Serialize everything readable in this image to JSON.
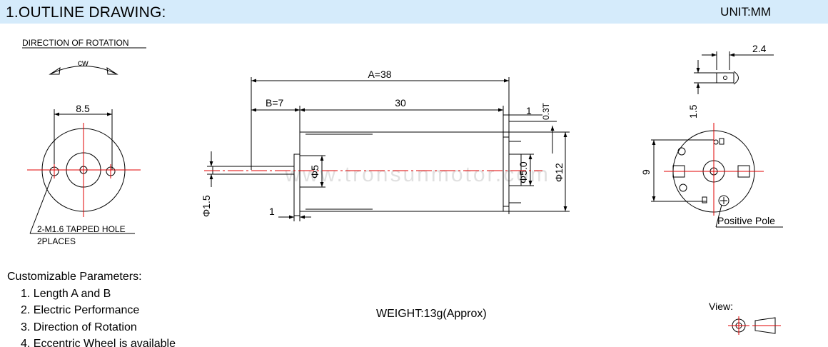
{
  "header": {
    "title": "1.OUTLINE DRAWING:",
    "unit": "UNIT:MM"
  },
  "front_view": {
    "direction_label": "DIRECTION OF ROTATION",
    "rotation": "cw",
    "hole_spacing": "8.5",
    "hole_note_1": "2-M1.6 TAPPED HOLE",
    "hole_note_2": "2PLACES"
  },
  "side_view": {
    "length_a": "A=38",
    "length_b": "B=7",
    "body_length": "30",
    "flange": "1",
    "end_gap": "1",
    "thickness": "0.3T",
    "boss_dia": "Φ5",
    "rear_boss_dia": "Φ5.0",
    "body_dia": "Φ12",
    "shaft_dia": "Φ1.5"
  },
  "rear_view": {
    "tab_width": "2.4",
    "tab_height": "1.5",
    "terminal_spacing": "9",
    "positive_label": "Positive Pole"
  },
  "watermark": "www.tronsunmotor.com",
  "params": {
    "title": "Customizable Parameters:",
    "items": [
      "1. Length A and B",
      "2. Electric Performance",
      "3. Direction of Rotation",
      "4. Eccentric Wheel is available"
    ]
  },
  "weight": "WEIGHT:13g(Approx)",
  "view_label": "View:"
}
